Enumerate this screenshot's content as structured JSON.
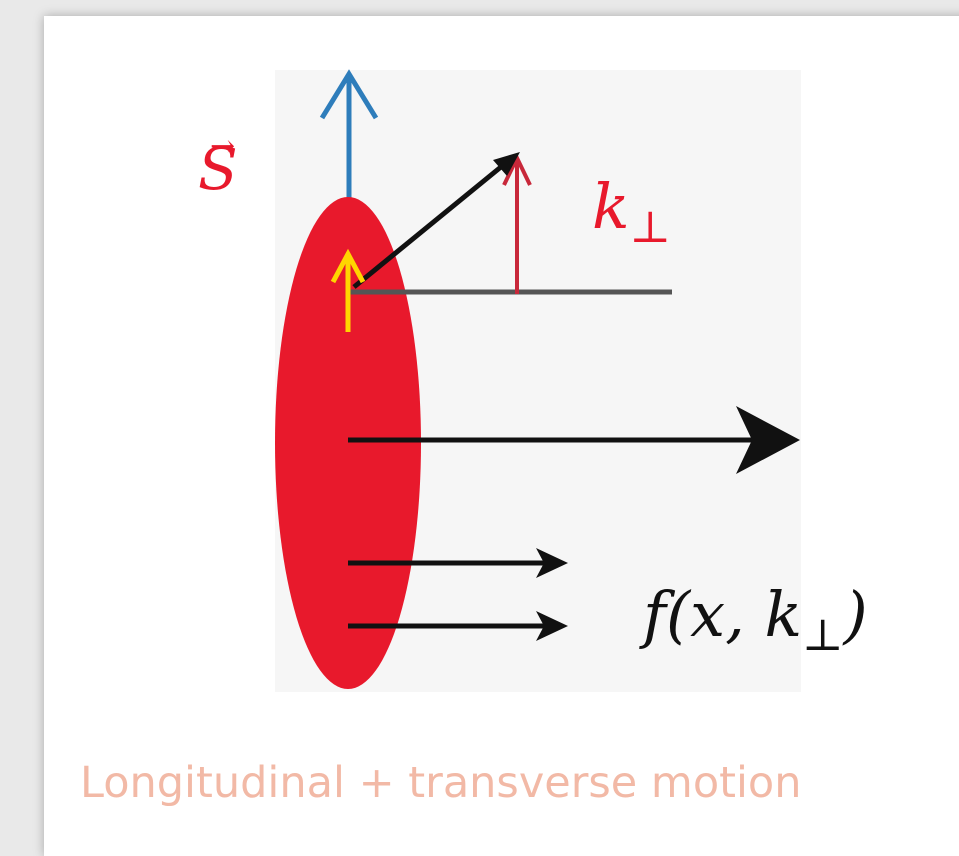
{
  "labels": {
    "spin_symbol": "S",
    "spin_arrow_mark": "→",
    "kperp_symbol": "k",
    "perp_mark": "⊥",
    "func_prefix": "f(x, k",
    "func_suffix": ")"
  },
  "caption": "Longitudinal + transverse motion",
  "colors": {
    "spin_axis": "#2e7dbb",
    "proton": "#e8192c",
    "quark_spin": "#ffd500",
    "transverse": "#c8283a",
    "momentum": "#111111",
    "caption": "#f2b9a6"
  }
}
